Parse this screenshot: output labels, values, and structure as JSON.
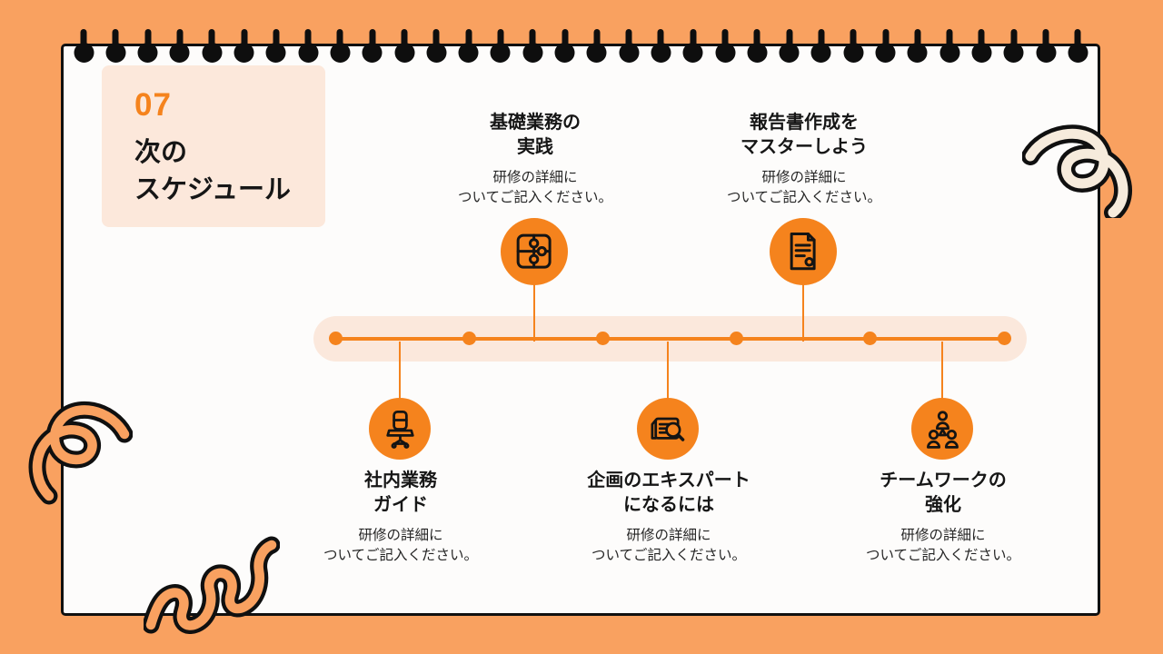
{
  "header": {
    "number": "07",
    "title_lines": [
      "次の",
      "スケジュール"
    ]
  },
  "timeline": {
    "dot_count": 6,
    "top_items": [
      {
        "icon": "puzzle-icon",
        "title_lines": [
          "基礎業務の",
          "実践"
        ],
        "desc_lines": [
          "研修の詳細に",
          "ついてご記入ください。"
        ]
      },
      {
        "icon": "document-icon",
        "title_lines": [
          "報告書作成を",
          "マスターしよう"
        ],
        "desc_lines": [
          "研修の詳細に",
          "ついてご記入ください。"
        ]
      }
    ],
    "bottom_items": [
      {
        "icon": "office-chair-icon",
        "title_lines": [
          "社内業務",
          "ガイド"
        ],
        "desc_lines": [
          "研修の詳細に",
          "ついてご記入ください。"
        ]
      },
      {
        "icon": "newspaper-search-icon",
        "title_lines": [
          "企画のエキスパート",
          "になるには"
        ],
        "desc_lines": [
          "研修の詳細に",
          "ついてご記入ください。"
        ]
      },
      {
        "icon": "team-icon",
        "title_lines": [
          "チームワークの",
          "強化"
        ],
        "desc_lines": [
          "研修の詳細に",
          "ついてご記入ください。"
        ]
      }
    ]
  },
  "colors": {
    "background": "#F9A160",
    "accent": "#F5831D",
    "peach_block": "#FCE8DB",
    "timeline_band": "#FBE8DC",
    "card": "#FDFCFB",
    "ink": "#161616",
    "cream_squiggle": "#F6EBDC"
  }
}
